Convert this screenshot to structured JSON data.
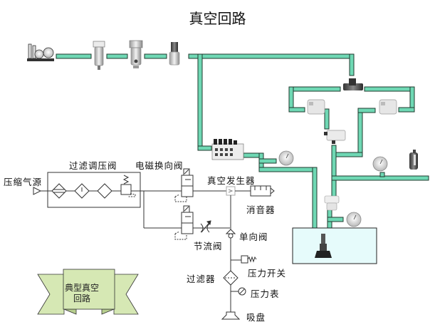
{
  "title": "真空回路",
  "colors": {
    "pipe_fill": "#6fd8b4",
    "pipe_stroke": "#1f3a2e",
    "banner_fill": "#d6e8b4",
    "chamber_fill": "#e6fbfb",
    "line": "#333333"
  },
  "labels": {
    "air_source": "压缩气源",
    "frl": "过滤调压阀",
    "solenoid_valve": "电磁换向阀",
    "vacuum_generator": "真空发生器",
    "silencer": "消音器",
    "check_valve": "单向阀",
    "throttle_valve": "节流阀",
    "pressure_switch": "压力开关",
    "filter": "过滤器",
    "pressure_gauge": "压力表",
    "suction_cup": "吸盘"
  },
  "banner": {
    "line1": "典型真空",
    "line2": "回路"
  },
  "icons": {
    "compressor": "compressor-icon",
    "air_filter": "air-filter-icon",
    "mist_separator": "mist-separator-icon",
    "regulator": "regulator-icon",
    "ejector_manifold": "ejector-manifold-icon",
    "tee_fitting": "tee-fitting-icon",
    "vacuum_switch": "vacuum-switch-icon",
    "gauge": "pressure-gauge-icon",
    "vacuum_filter": "vacuum-filter-icon",
    "suction_pad": "suction-pad-icon"
  }
}
